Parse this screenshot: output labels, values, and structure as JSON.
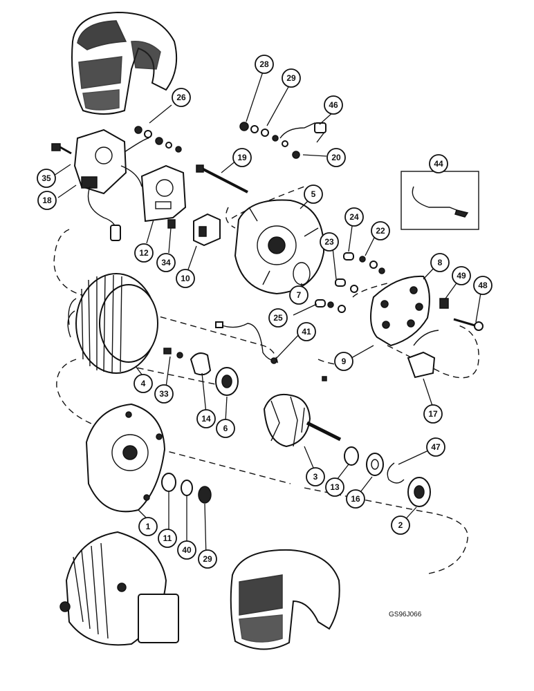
{
  "figure_code": "GS96J066",
  "callouts": [
    "26",
    "28",
    "29",
    "46",
    "35",
    "18",
    "19",
    "20",
    "44",
    "5",
    "12",
    "34",
    "10",
    "24",
    "22",
    "23",
    "8",
    "49",
    "48",
    "7",
    "25",
    "41",
    "9",
    "4",
    "33",
    "14",
    "6",
    "17",
    "47",
    "3",
    "13",
    "16",
    "2",
    "1",
    "11",
    "40",
    "29"
  ],
  "colors": {
    "ink": "#111111",
    "paper": "#ffffff"
  }
}
